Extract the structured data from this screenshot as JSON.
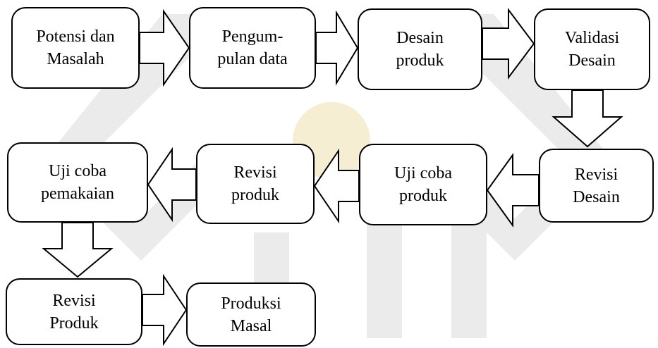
{
  "diagram": {
    "nodes": [
      {
        "id": "potensi-dan-masalah",
        "label": "Potensi dan\nMasalah"
      },
      {
        "id": "pengumpulan-data",
        "label": "Pengum-\npulan data"
      },
      {
        "id": "desain-produk",
        "label": "Desain\nproduk"
      },
      {
        "id": "validasi-desain",
        "label": "Validasi\nDesain"
      },
      {
        "id": "revisi-desain",
        "label": "Revisi\nDesain"
      },
      {
        "id": "uji-coba-produk",
        "label": "Uji coba\nproduk"
      },
      {
        "id": "revisi-produk",
        "label": "Revisi\nproduk"
      },
      {
        "id": "uji-coba-pemakaian",
        "label": "Uji coba\npemakaian"
      },
      {
        "id": "revisi-produk-2",
        "label": "Revisi\nProduk"
      },
      {
        "id": "produksi-masal",
        "label": "Produksi\nMasal"
      }
    ],
    "edges": [
      {
        "from": "potensi-dan-masalah",
        "to": "pengumpulan-data",
        "direction": "right"
      },
      {
        "from": "pengumpulan-data",
        "to": "desain-produk",
        "direction": "right"
      },
      {
        "from": "desain-produk",
        "to": "validasi-desain",
        "direction": "right"
      },
      {
        "from": "validasi-desain",
        "to": "revisi-desain",
        "direction": "down"
      },
      {
        "from": "revisi-desain",
        "to": "uji-coba-produk",
        "direction": "left"
      },
      {
        "from": "uji-coba-produk",
        "to": "revisi-produk",
        "direction": "left"
      },
      {
        "from": "revisi-produk",
        "to": "uji-coba-pemakaian",
        "direction": "left"
      },
      {
        "from": "uji-coba-pemakaian",
        "to": "revisi-produk-2",
        "direction": "down"
      },
      {
        "from": "revisi-produk-2",
        "to": "produksi-masal",
        "direction": "right"
      }
    ]
  }
}
